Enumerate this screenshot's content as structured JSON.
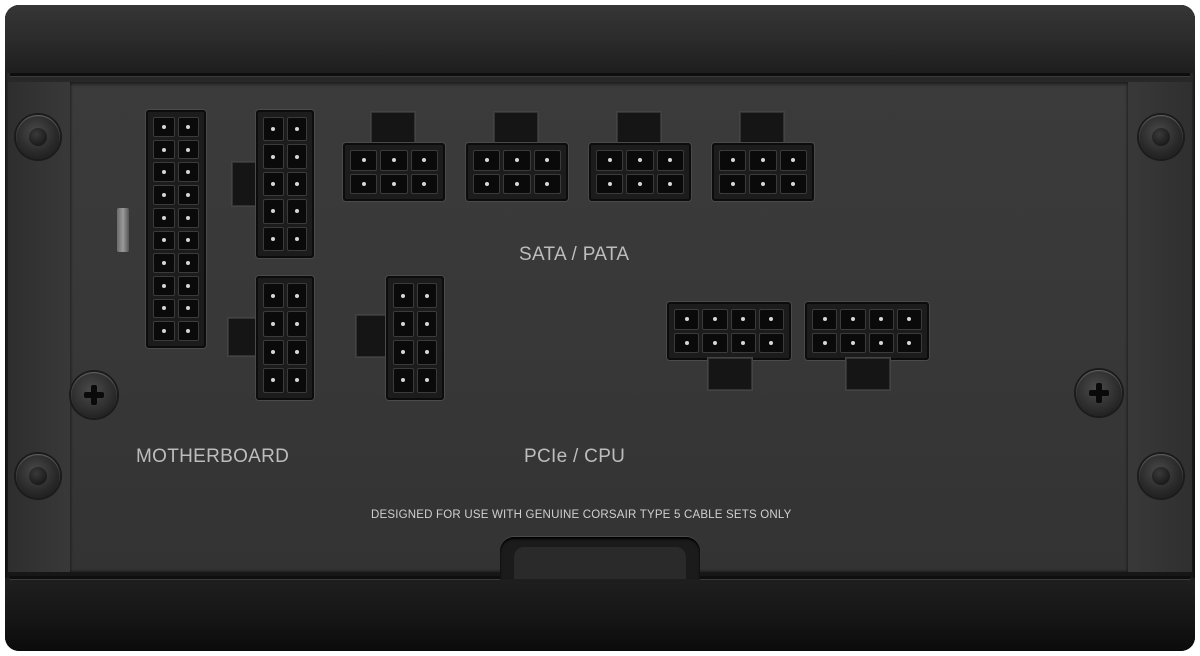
{
  "labels": {
    "sata_pata": "SATA / PATA",
    "motherboard": "MOTHERBOARD",
    "pcie_cpu": "PCIe / CPU",
    "notice": "DESIGNED FOR USE WITH GENUINE CORSAIR TYPE 5 CABLE SETS ONLY"
  },
  "colors": {
    "chassis": "#1d1d1d",
    "panel": "#383838",
    "label_text": "#bdbdbd"
  }
}
